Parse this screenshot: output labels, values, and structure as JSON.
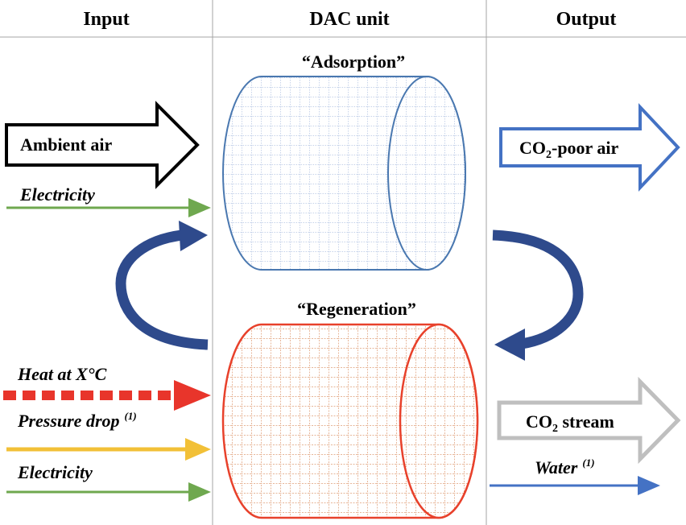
{
  "columns": {
    "input": "Input",
    "unit": "DAC unit",
    "output": "Output"
  },
  "stages": {
    "adsorption": "“Adsorption”",
    "regeneration": "“Regeneration”"
  },
  "inputs": {
    "ambient_air": "Ambient air",
    "electricity_top": "Electricity",
    "heat": "Heat at X°C",
    "pressure_drop": "Pressure drop",
    "pressure_drop_note": "(1)",
    "electricity_bottom": "Electricity"
  },
  "outputs": {
    "co2_poor_air": {
      "prefix": "CO",
      "sub": "2",
      "suffix": "-poor air"
    },
    "co2_stream": {
      "prefix": "CO",
      "sub": "2",
      "suffix": " stream"
    },
    "water": "Water",
    "water_note": "(1)"
  },
  "colors": {
    "adsorption": "#4a78b0",
    "regeneration": "#e8412b",
    "cycle_arrow": "#2e4a8c",
    "electricity": "#6fa84f",
    "heat": "#e8352b",
    "pressure": "#f2c037",
    "co2_poor_air": "#4472c4",
    "co2_stream": "#bfbfbf",
    "water": "#4472c4"
  }
}
